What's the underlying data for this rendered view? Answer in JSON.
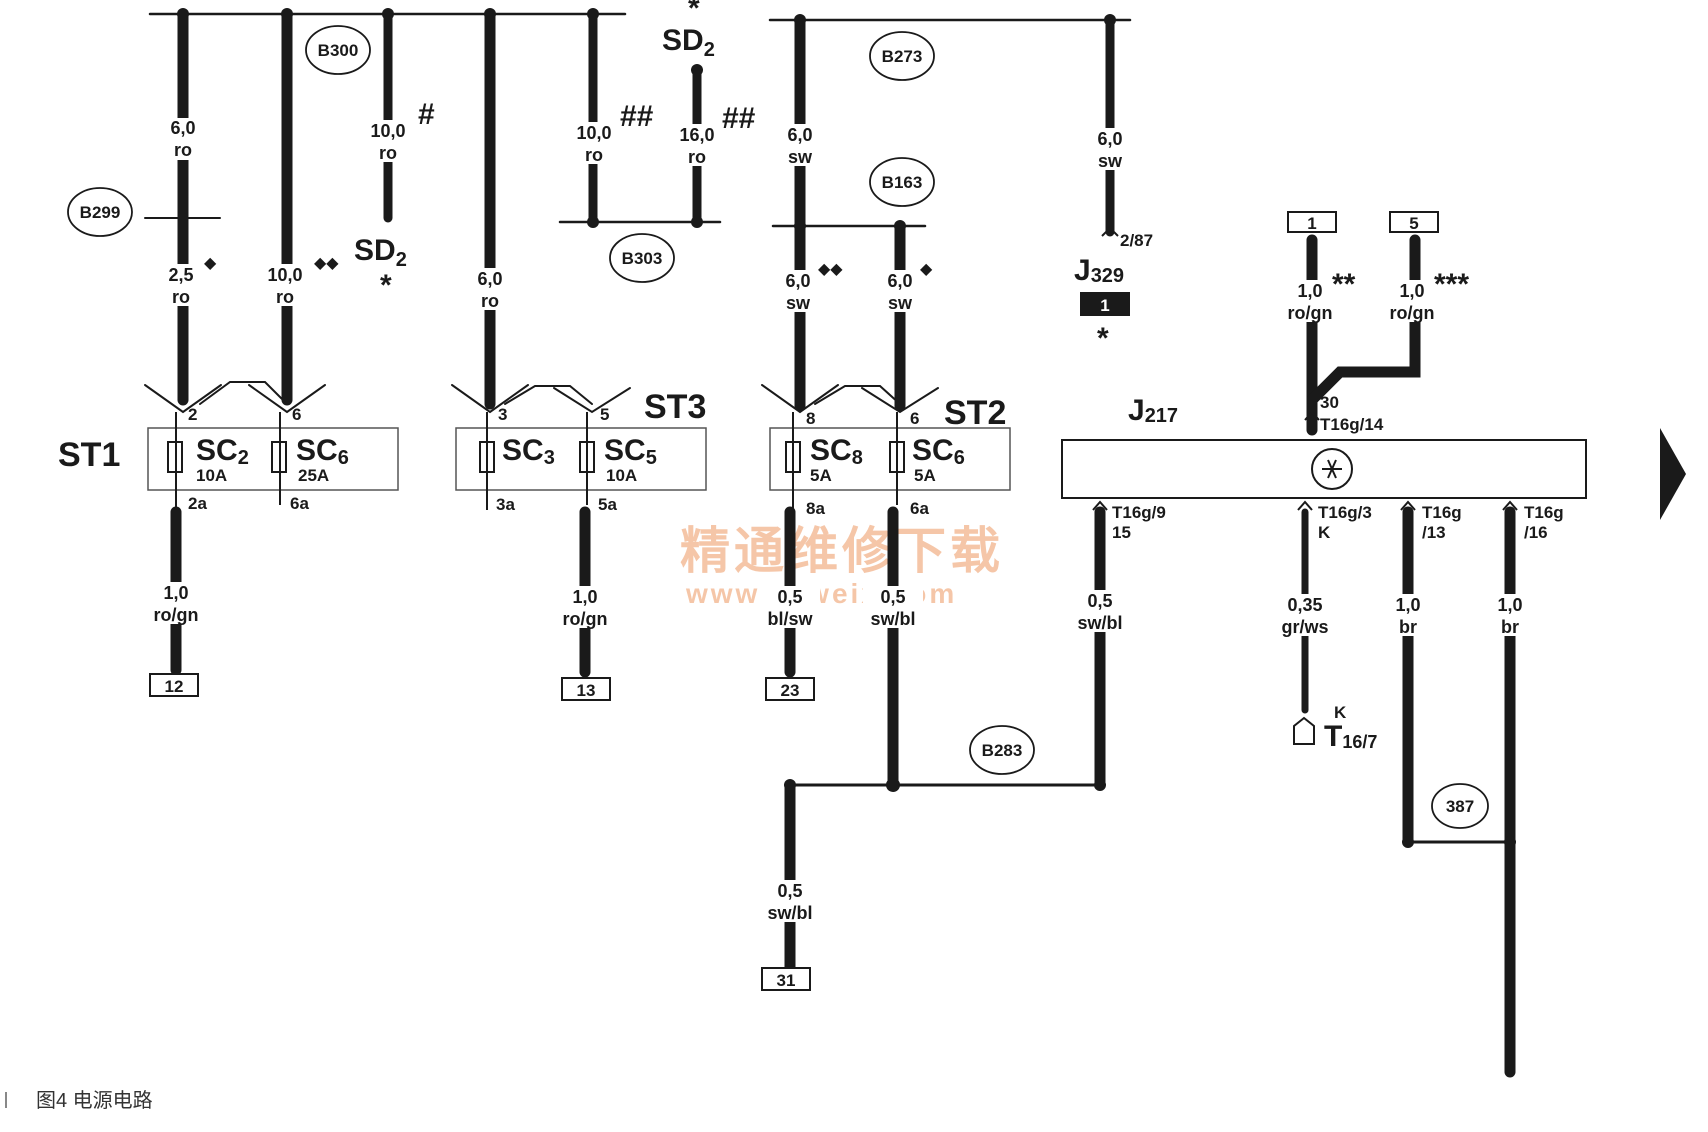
{
  "caption": "图4   电源电路",
  "watermark": {
    "cn": "精通维修下载",
    "url": "www.gzweix.com"
  },
  "connectors": {
    "st1": "ST1",
    "st2": "ST2",
    "st3": "ST3"
  },
  "fuses": {
    "sc2": {
      "main": "SC",
      "sub": "2",
      "rating": "10A"
    },
    "sc6a": {
      "main": "SC",
      "sub": "6",
      "rating": "25A"
    },
    "sc3": {
      "main": "SC",
      "sub": "3"
    },
    "sc5": {
      "main": "SC",
      "sub": "5",
      "rating": "10A"
    },
    "sc8": {
      "main": "SC",
      "sub": "8",
      "rating": "5A"
    },
    "sc6b": {
      "main": "SC",
      "sub": "6",
      "rating": "5A"
    }
  },
  "pins": {
    "p2": "2",
    "p6": "6",
    "p2a": "2a",
    "p6a": "6a",
    "p3": "3",
    "p5": "5",
    "p3a": "3a",
    "p5a": "5a",
    "p8": "8",
    "p6c": "6",
    "p8a": "8a",
    "p6d": "6a"
  },
  "splices": {
    "b300": "B300",
    "b299": "B299",
    "b303": "B303",
    "b273": "B273",
    "b163": "B163",
    "b283": "B283",
    "b387": "387"
  },
  "sd2_top": {
    "main": "SD",
    "sub": "2",
    "mark": "*"
  },
  "sd2_mid": {
    "main": "SD",
    "sub": "2",
    "mark": "*"
  },
  "wires": {
    "w1": {
      "size": "6,0",
      "color": "ro"
    },
    "w2": {
      "size": "10,0",
      "color": "ro",
      "mark": "#"
    },
    "w3": {
      "size": "2,5",
      "color": "ro",
      "mark": "◆"
    },
    "w4": {
      "size": "10,0",
      "color": "ro",
      "mark": "◆◆"
    },
    "w5": {
      "size": "6,0",
      "color": "ro"
    },
    "w6": {
      "size": "10,0",
      "color": "ro",
      "mark": "##"
    },
    "w7": {
      "size": "16,0",
      "color": "ro",
      "mark": "##"
    },
    "w8": {
      "size": "6,0",
      "color": "sw"
    },
    "w9": {
      "size": "6,0",
      "color": "sw",
      "mark": "◆◆"
    },
    "w10": {
      "size": "6,0",
      "color": "sw",
      "mark": "◆"
    },
    "w11": {
      "size": "6,0",
      "color": "sw"
    },
    "w12": {
      "size": "1,0",
      "color": "ro/gn"
    },
    "w13": {
      "size": "1,0",
      "color": "ro/gn"
    },
    "w14": {
      "size": "0,5",
      "color": "bl/sw"
    },
    "w15": {
      "size": "0,5",
      "color": "sw/bl"
    },
    "w16": {
      "size": "0,5",
      "color": "sw/bl"
    },
    "w17": {
      "size": "0,5",
      "color": "sw/bl"
    },
    "w18": {
      "size": "1,0",
      "color": "ro/gn",
      "mark": "**"
    },
    "w19": {
      "size": "1,0",
      "color": "ro/gn",
      "mark": "***"
    },
    "w20": {
      "size": "0,35",
      "color": "gr/ws"
    },
    "w21": {
      "size": "1,0",
      "color": "br"
    },
    "w22": {
      "size": "1,0",
      "color": "br"
    }
  },
  "terminals": {
    "t12": "12",
    "t13": "13",
    "t23": "23",
    "t31": "31",
    "t1": "1",
    "t5": "5"
  },
  "j329": {
    "main": "J",
    "sub": "329",
    "pin": "2/87",
    "box": "1",
    "mark": "*"
  },
  "j217": {
    "main": "J",
    "sub": "217",
    "pin30": "30",
    "pin30b": "T16g/14",
    "pin9a": "T16g/9",
    "pin9b": "15",
    "pin3a": "T16g/3",
    "pin3b": "K",
    "pin13a": "T16g",
    "pin13b": "/13",
    "pin16a": "T16g",
    "pin16b": "/16"
  },
  "diag": {
    "letter": "K",
    "main": "T",
    "sub": "16/7"
  }
}
